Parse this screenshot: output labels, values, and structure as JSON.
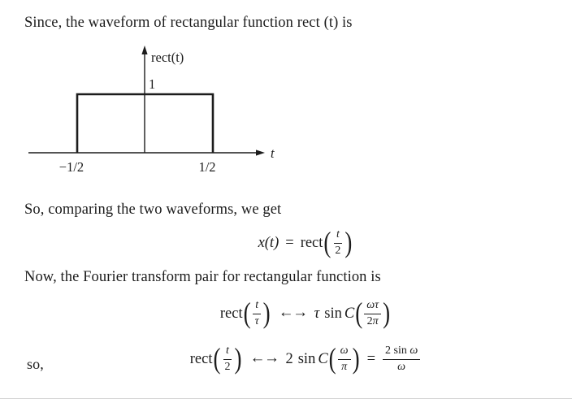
{
  "page": {
    "background": "#ffffff",
    "text_color": "#1c1c1c"
  },
  "paragraphs": {
    "intro": "Since, the waveform of rectangular function rect (t) is",
    "comparing": "So, comparing the two waveforms, we get",
    "fourier_intro": "Now, the Fourier transform pair for rectangular function is",
    "so_label": "so,"
  },
  "diagram": {
    "y_axis_label": "rect(t)",
    "amplitude_label": "1",
    "x_axis_label": "t",
    "tick_left": "−1/2",
    "tick_right": "1/2"
  },
  "symbols": {
    "lparen": "(",
    "rparen": ")",
    "equals": "=",
    "arrow": "←→"
  },
  "equations": {
    "eq1": {
      "lhs": "x(t)",
      "func": "rect",
      "num": "t",
      "den": "2"
    },
    "eq2": {
      "func": "rect",
      "num1": "t",
      "den1": "τ",
      "tau": "τ",
      "sin": "sin",
      "c": "C",
      "num2": "ωτ",
      "den2_digit": "2",
      "den2_pi": "π"
    },
    "eq3": {
      "func": "rect",
      "num1": "t",
      "den1": "2",
      "coef": "2",
      "sin": "sin",
      "c": "C",
      "num2": "ω",
      "den2": "π",
      "num3_a": "2 sin",
      "num3_b": "ω",
      "den3": "ω"
    }
  }
}
